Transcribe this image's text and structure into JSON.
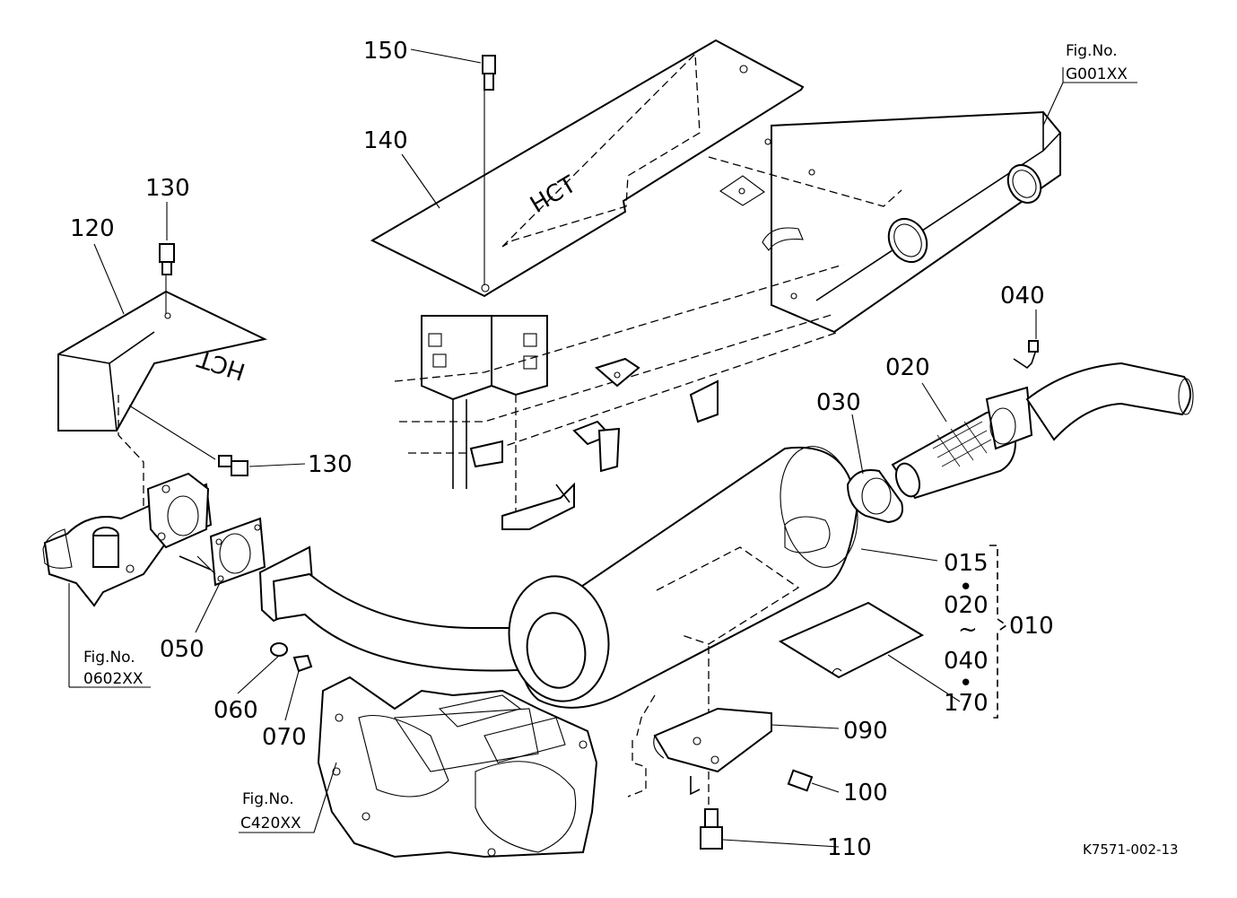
{
  "part_labels": {
    "p150": "150",
    "p140": "140",
    "p130a": "130",
    "p120": "120",
    "p130b": "130",
    "p040": "040",
    "p020": "020",
    "p030": "030",
    "p015": "015",
    "p020b": "020",
    "p040b": "040",
    "p010": "010",
    "p170": "170",
    "p050": "050",
    "p060": "060",
    "p070": "070",
    "p090": "090",
    "p100": "100",
    "p110": "110"
  },
  "separators": {
    "dot1": "•",
    "tilde": "~",
    "dot2": "•"
  },
  "hct_mark": "HCT",
  "figure_refs": {
    "g001": {
      "title": "Fig.No.",
      "code": "G001XX"
    },
    "f0602": {
      "title": "Fig.No.",
      "code": "0602XX"
    },
    "c420": {
      "title": "Fig.No.",
      "code": "C420XX"
    }
  },
  "drawing_code": "K7571-002-13"
}
